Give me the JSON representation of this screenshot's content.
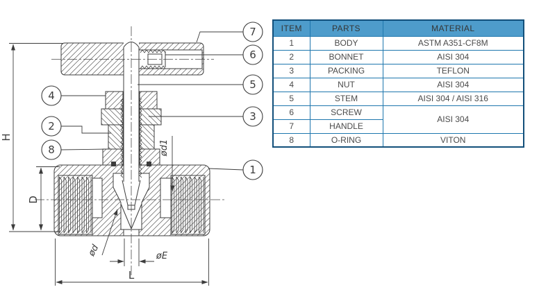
{
  "drawing": {
    "balloons": [
      {
        "id": "7",
        "label": "7"
      },
      {
        "id": "6",
        "label": "6"
      },
      {
        "id": "5",
        "label": "5"
      },
      {
        "id": "3",
        "label": "3"
      },
      {
        "id": "1",
        "label": "1"
      },
      {
        "id": "4",
        "label": "4"
      },
      {
        "id": "2",
        "label": "2"
      },
      {
        "id": "8",
        "label": "8"
      }
    ],
    "dimensions": {
      "height": "H",
      "diameter": "D",
      "length": "L",
      "orifice": "ød",
      "outlet": "øE",
      "bore": "ød1"
    }
  },
  "table": {
    "headers": [
      "ITEM",
      "PARTS",
      "MATERIAL"
    ],
    "rows": [
      {
        "item": "1",
        "part": "BODY",
        "material": "ASTM A351-CF8M"
      },
      {
        "item": "2",
        "part": "BONNET",
        "material": "AISI 304"
      },
      {
        "item": "3",
        "part": "PACKING",
        "material": "TEFLON"
      },
      {
        "item": "4",
        "part": "NUT",
        "material": "AISI 304"
      },
      {
        "item": "5",
        "part": "STEM",
        "material": "AISI 304 / AISI 316"
      },
      {
        "item": "6",
        "part": "SCREW",
        "material": "AISI 304"
      },
      {
        "item": "7",
        "part": "HANDLE",
        "material": "AISI 304"
      },
      {
        "item": "8",
        "part": "O-RING",
        "material": "VITON"
      }
    ]
  },
  "colors": {
    "table_header_bg": "#4e9ccb",
    "table_border": "#1d76ad",
    "drawing_line": "#3c3c3c"
  }
}
